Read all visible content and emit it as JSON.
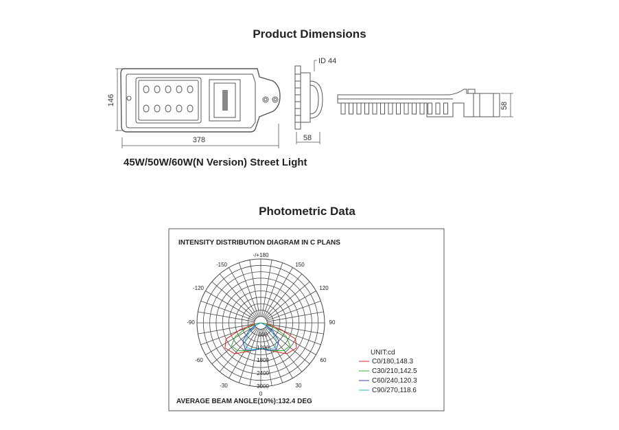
{
  "product_dimensions": {
    "title": "Product Dimensions",
    "dim_height": "146",
    "dim_width": "378",
    "dim_side_depth": "58",
    "dim_right_height": "58",
    "id_label": "ID 44",
    "subtitle": "45W/50W/60W(N Version) Street Light"
  },
  "photometric": {
    "title": "Photometric Data",
    "diagram_title": "INTENSITY DISTRIBUTION DIAGRAM IN C PLANS",
    "beam_angle": "AVERAGE BEAM ANGLE(10%):132.4 DEG",
    "unit": "UNIT:cd",
    "angle_labels": {
      "top": "-/+180",
      "l150": "-150",
      "r150": "150",
      "l120": "-120",
      "r120": "120",
      "l90": "-90",
      "r90": "90",
      "l60": "-60",
      "r60": "60",
      "l30": "-30",
      "r30": "30",
      "bottom": "0"
    },
    "radial_labels": [
      "600",
      "1200",
      "1800",
      "2400",
      "3000"
    ],
    "legend": [
      {
        "label": "C0/180,148.3",
        "color": "#e02020"
      },
      {
        "label": "C30/210,142.5",
        "color": "#30b030"
      },
      {
        "label": "C60/240,120.3",
        "color": "#3040c0"
      },
      {
        "label": "C90/270,118.6",
        "color": "#30b8c8"
      }
    ]
  }
}
